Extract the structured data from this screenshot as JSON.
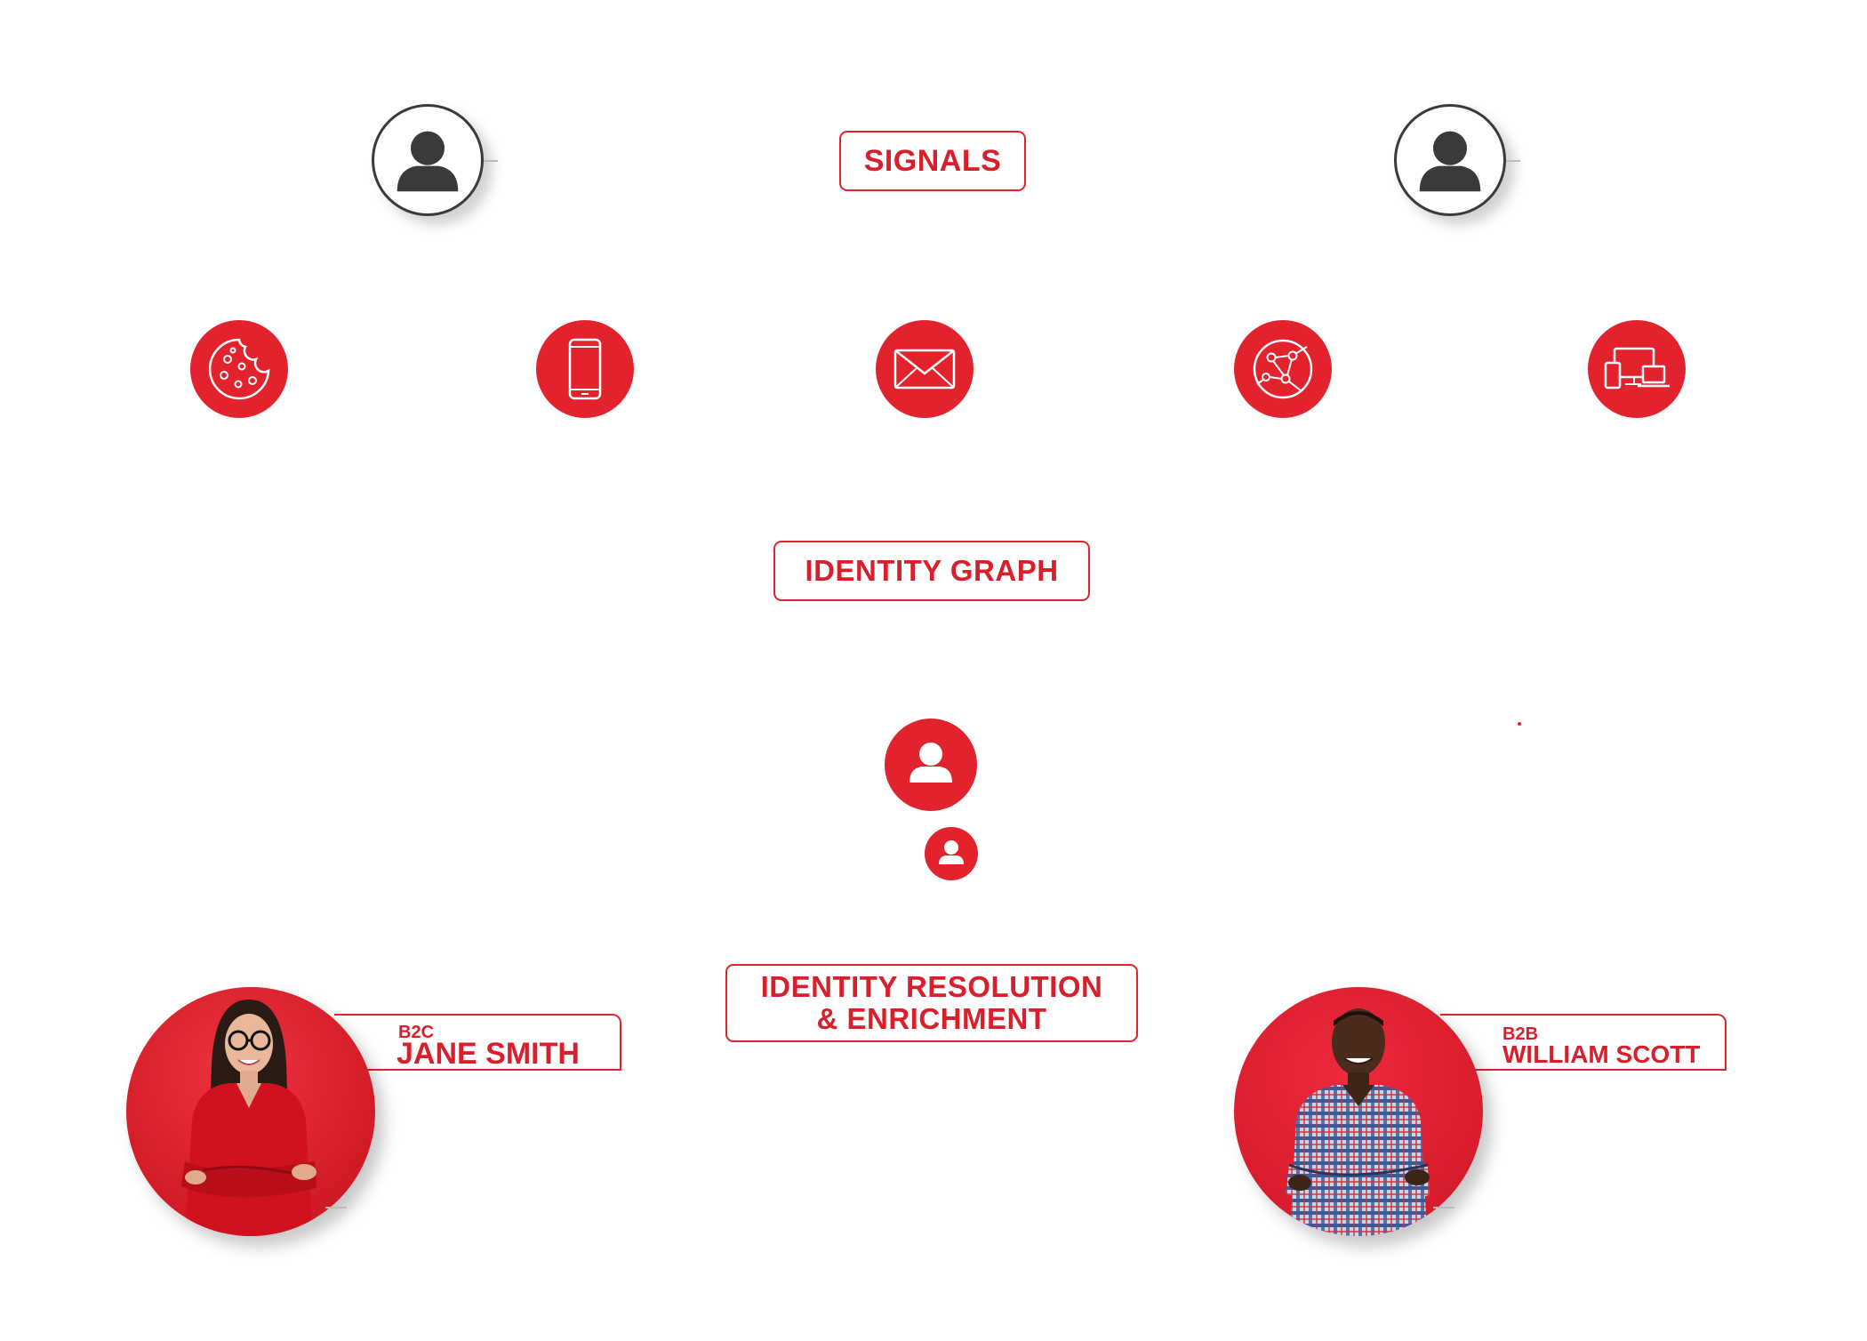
{
  "labels": {
    "signals": "SIGNALS",
    "identity_graph": "IDENTITY GRAPH",
    "resolution_line1": "IDENTITY RESOLUTION",
    "resolution_line2": "& ENRICHMENT"
  },
  "signal_icons": [
    "cookie-icon",
    "mobile-phone-icon",
    "email-icon",
    "web-network-icon",
    "devices-icon"
  ],
  "persons": [
    {
      "segment": "B2C",
      "name": "JANE SMITH"
    },
    {
      "segment": "B2B",
      "name": "WILLIAM SCOTT"
    }
  ],
  "colors": {
    "accent": "#e2232e",
    "text_red": "#d91f2b",
    "avatar_dark": "#3a3a3a",
    "background": "#ffffff"
  }
}
